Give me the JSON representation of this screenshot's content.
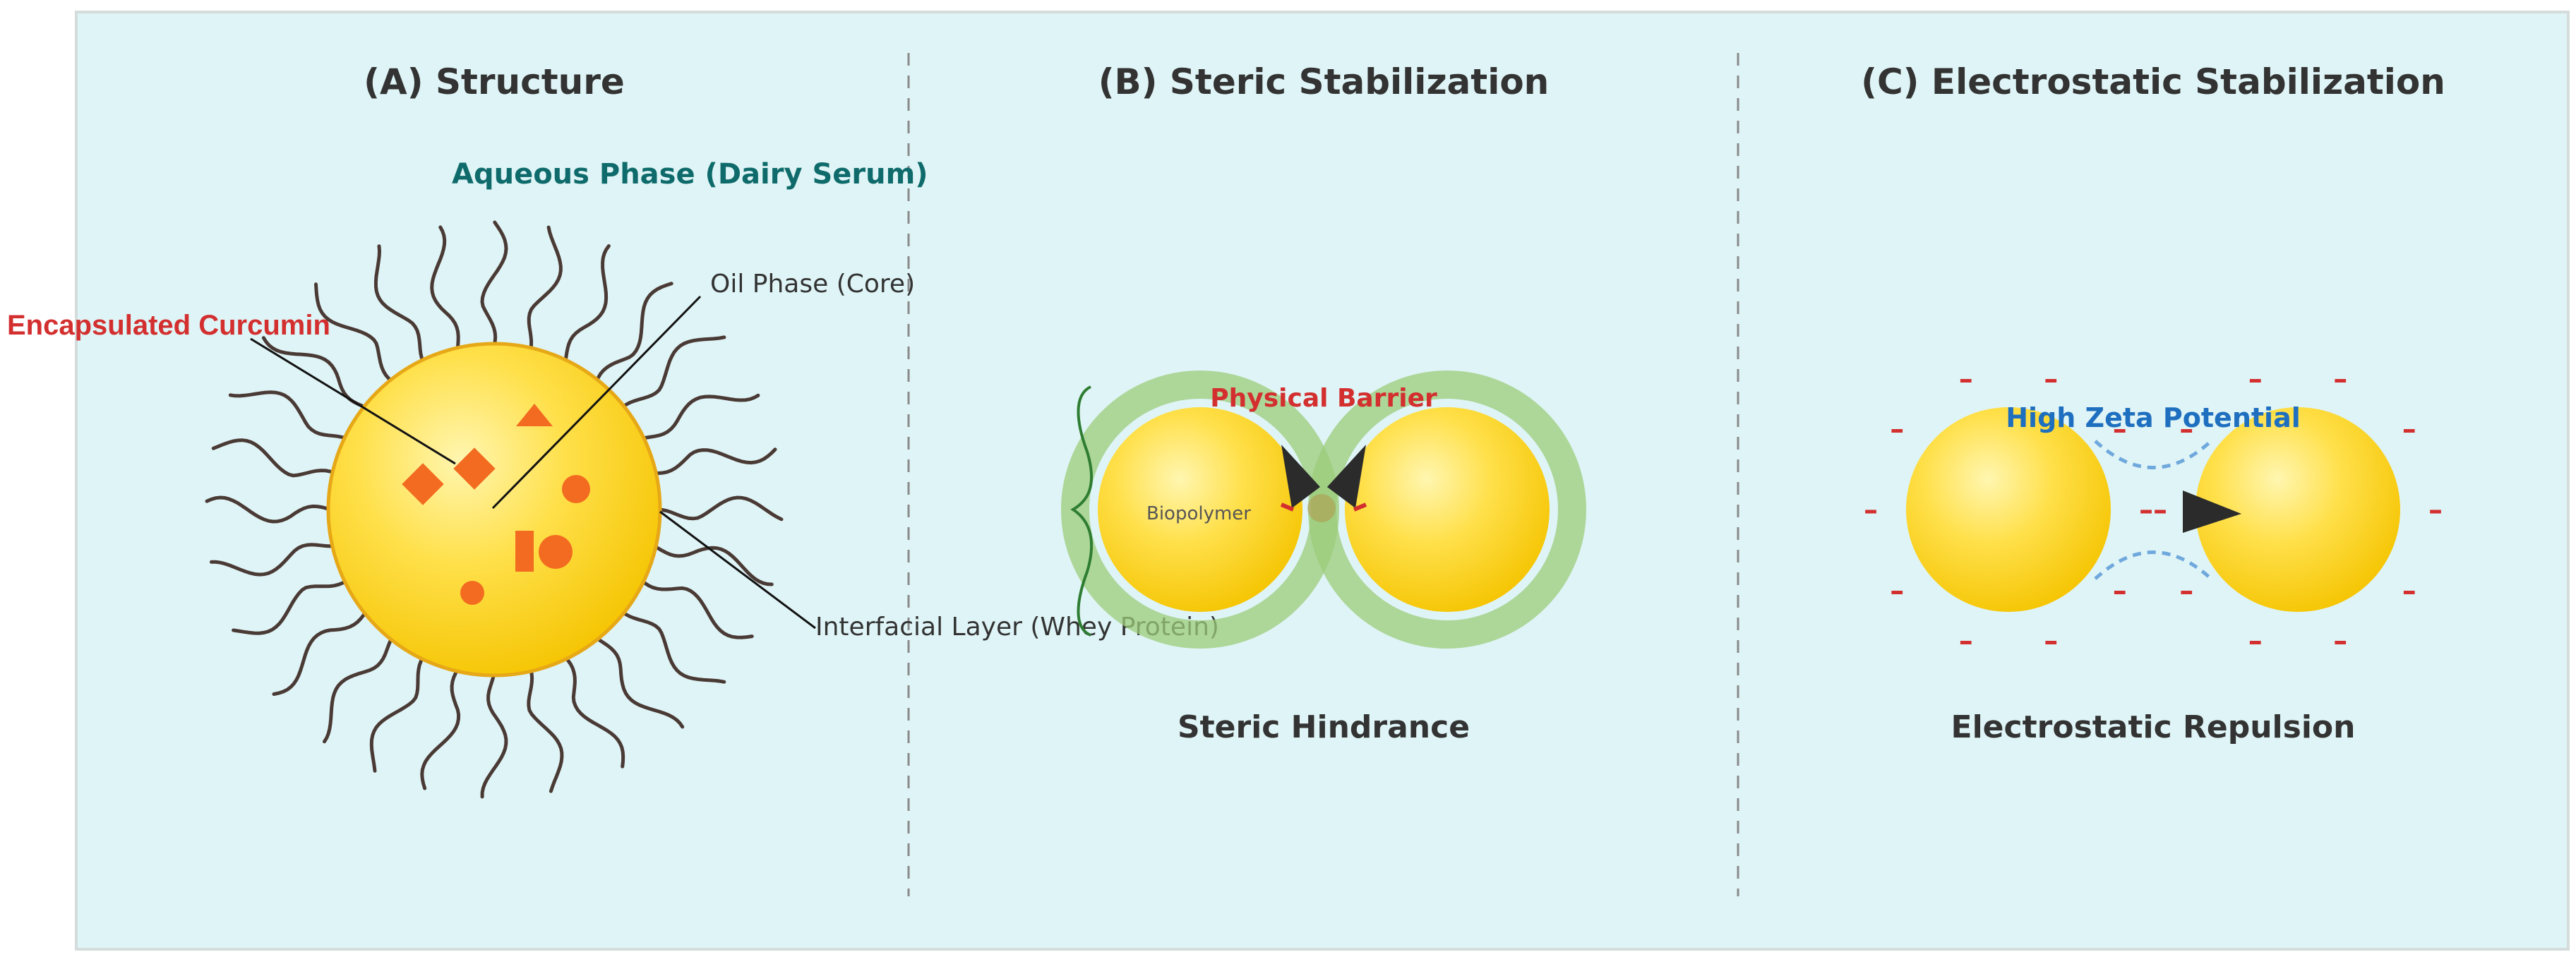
{
  "panels": {
    "a": {
      "title": "(A) Structure",
      "aqueous_label": "Aqueous Phase (Dairy Serum)",
      "curcumin_label": "Encapsulated Curcumin",
      "oil_label": "Oil Phase (Core)",
      "interface_label": "Interfacial Layer (Whey Protein)"
    },
    "b": {
      "title": "(B) Steric Stabilization",
      "barrier_label": "Physical Barrier",
      "biopolymer_label": "Biopolymer",
      "caption": "Steric Hindrance"
    },
    "c": {
      "title": "(C) Electrostatic Stabilization",
      "zeta_label": "High Zeta Potential",
      "caption": "Electrostatic Repulsion",
      "charge_symbol": "–"
    }
  },
  "colors": {
    "background": "#dff4f6",
    "droplet": "#fcd116",
    "droplet_edge": "#e6a817",
    "curcumin": "#f26b21",
    "polymer_chain": "#4a3a35",
    "steric_layer": "#9ccc7a",
    "negative_charge": "#d32f2f"
  },
  "icons": [
    "curcumin-square-icon",
    "curcumin-triangle-icon",
    "curcumin-circle-icon",
    "repulsion-arrow-icon"
  ]
}
